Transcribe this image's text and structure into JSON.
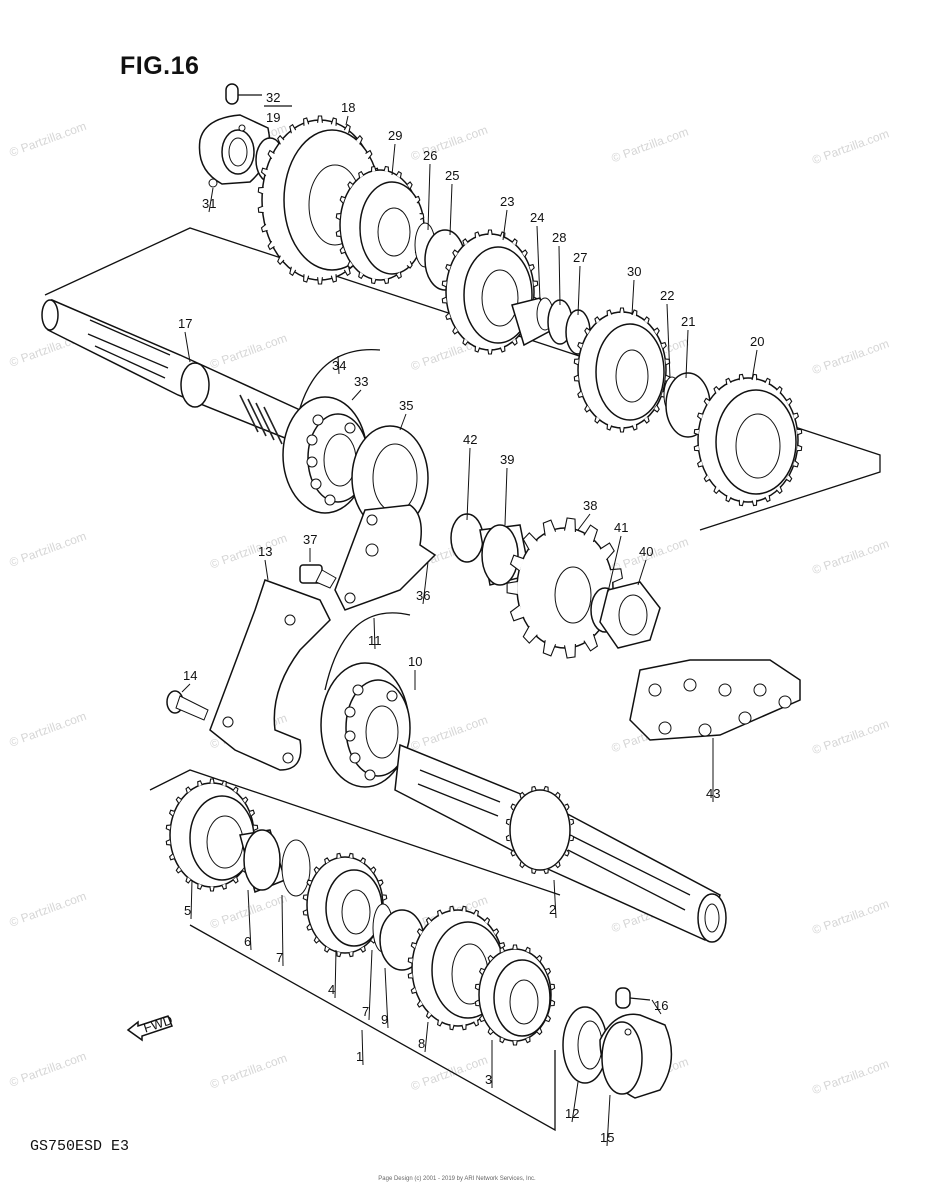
{
  "figure": {
    "title": "FIG.16",
    "model": "GS750ESD  E3",
    "fine_print": [
      "Page Design (c) 2001 - 2019 by ARI Network Services, Inc."
    ],
    "direction_label": "FWD",
    "watermark": "© Partzilla.com",
    "fraction_label": {
      "numerator": "32",
      "denominator": "19"
    }
  },
  "callouts": [
    {
      "id": "18",
      "text": "18"
    },
    {
      "id": "29",
      "text": "29"
    },
    {
      "id": "26",
      "text": "26"
    },
    {
      "id": "25",
      "text": "25"
    },
    {
      "id": "23",
      "text": "23"
    },
    {
      "id": "24",
      "text": "24"
    },
    {
      "id": "28",
      "text": "28"
    },
    {
      "id": "27",
      "text": "27"
    },
    {
      "id": "30",
      "text": "30"
    },
    {
      "id": "22",
      "text": "22"
    },
    {
      "id": "21",
      "text": "21"
    },
    {
      "id": "20",
      "text": "20"
    },
    {
      "id": "31",
      "text": "31"
    },
    {
      "id": "17",
      "text": "17"
    },
    {
      "id": "34",
      "text": "34"
    },
    {
      "id": "33",
      "text": "33"
    },
    {
      "id": "35",
      "text": "35"
    },
    {
      "id": "42",
      "text": "42"
    },
    {
      "id": "39",
      "text": "39"
    },
    {
      "id": "38",
      "text": "38"
    },
    {
      "id": "41",
      "text": "41"
    },
    {
      "id": "40",
      "text": "40"
    },
    {
      "id": "37",
      "text": "37"
    },
    {
      "id": "13",
      "text": "13"
    },
    {
      "id": "36",
      "text": "36"
    },
    {
      "id": "11",
      "text": "11"
    },
    {
      "id": "10",
      "text": "10"
    },
    {
      "id": "14",
      "text": "14"
    },
    {
      "id": "43",
      "text": "43"
    },
    {
      "id": "5",
      "text": "5"
    },
    {
      "id": "6",
      "text": "6"
    },
    {
      "id": "7a",
      "text": "7"
    },
    {
      "id": "4",
      "text": "4"
    },
    {
      "id": "7b",
      "text": "7"
    },
    {
      "id": "9",
      "text": "9"
    },
    {
      "id": "8",
      "text": "8"
    },
    {
      "id": "3",
      "text": "3"
    },
    {
      "id": "2",
      "text": "2"
    },
    {
      "id": "16",
      "text": "16"
    },
    {
      "id": "1",
      "text": "1"
    },
    {
      "id": "12",
      "text": "12"
    },
    {
      "id": "15",
      "text": "15"
    }
  ]
}
